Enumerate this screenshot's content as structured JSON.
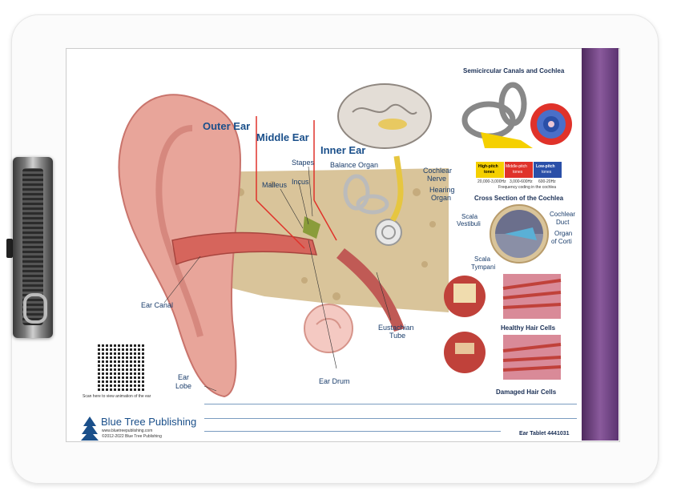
{
  "labels": {
    "outer_ear": "Outer Ear",
    "middle_ear": "Middle Ear",
    "inner_ear": "Inner Ear",
    "stapes": "Stapes",
    "incus": "Incus",
    "malleus": "Malleus",
    "balance_organ": "Balance Organ",
    "cochlear_nerve_1": "Cochlear",
    "cochlear_nerve_2": "Nerve",
    "hearing_organ_1": "Hearing",
    "hearing_organ_2": "Organ",
    "ear_canal": "Ear Canal",
    "ear_lobe_1": "Ear",
    "ear_lobe_2": "Lobe",
    "ear_drum": "Ear Drum",
    "eustachian_1": "Eustachian",
    "eustachian_2": "Tube"
  },
  "side": {
    "canals_title": "Semicircular Canals and Cochlea",
    "high_1": "High-pitch",
    "high_2": "tones",
    "mid_1": "Middle-pitch",
    "mid_2": "tones",
    "low_1": "Low-pitch",
    "low_2": "tones",
    "freq_high": "20,000-3,000Hz",
    "freq_mid": "3,000-600Hz",
    "freq_low": "600-20Hz",
    "freq_caption": "Frequency coding in the cochlea",
    "cross_title": "Cross Section of the Cochlea",
    "scala_v_1": "Scala",
    "scala_v_2": "Vestibuli",
    "duct_1": "Cochlear",
    "duct_2": "Duct",
    "corti_1": "Organ",
    "corti_2": "of Corti",
    "scala_t_1": "Scala",
    "scala_t_2": "Tympani",
    "healthy": "Healthy Hair Cells",
    "damaged": "Damaged Hair Cells"
  },
  "footer": {
    "scan": "Scan here to view animation of the ear",
    "publisher": "Blue Tree Publishing",
    "url": "www.bluetreepublishing.com",
    "copyright": "©2012-2022 Blue Tree Publishing",
    "product": "Ear Tablet 4441031"
  },
  "colors": {
    "label": "#1a3d6b",
    "heading": "#1a4f8a",
    "purple": "#6b3f80",
    "tone_high": "#f5d000",
    "tone_mid": "#e0322a",
    "tone_low": "#2a4fa8"
  }
}
